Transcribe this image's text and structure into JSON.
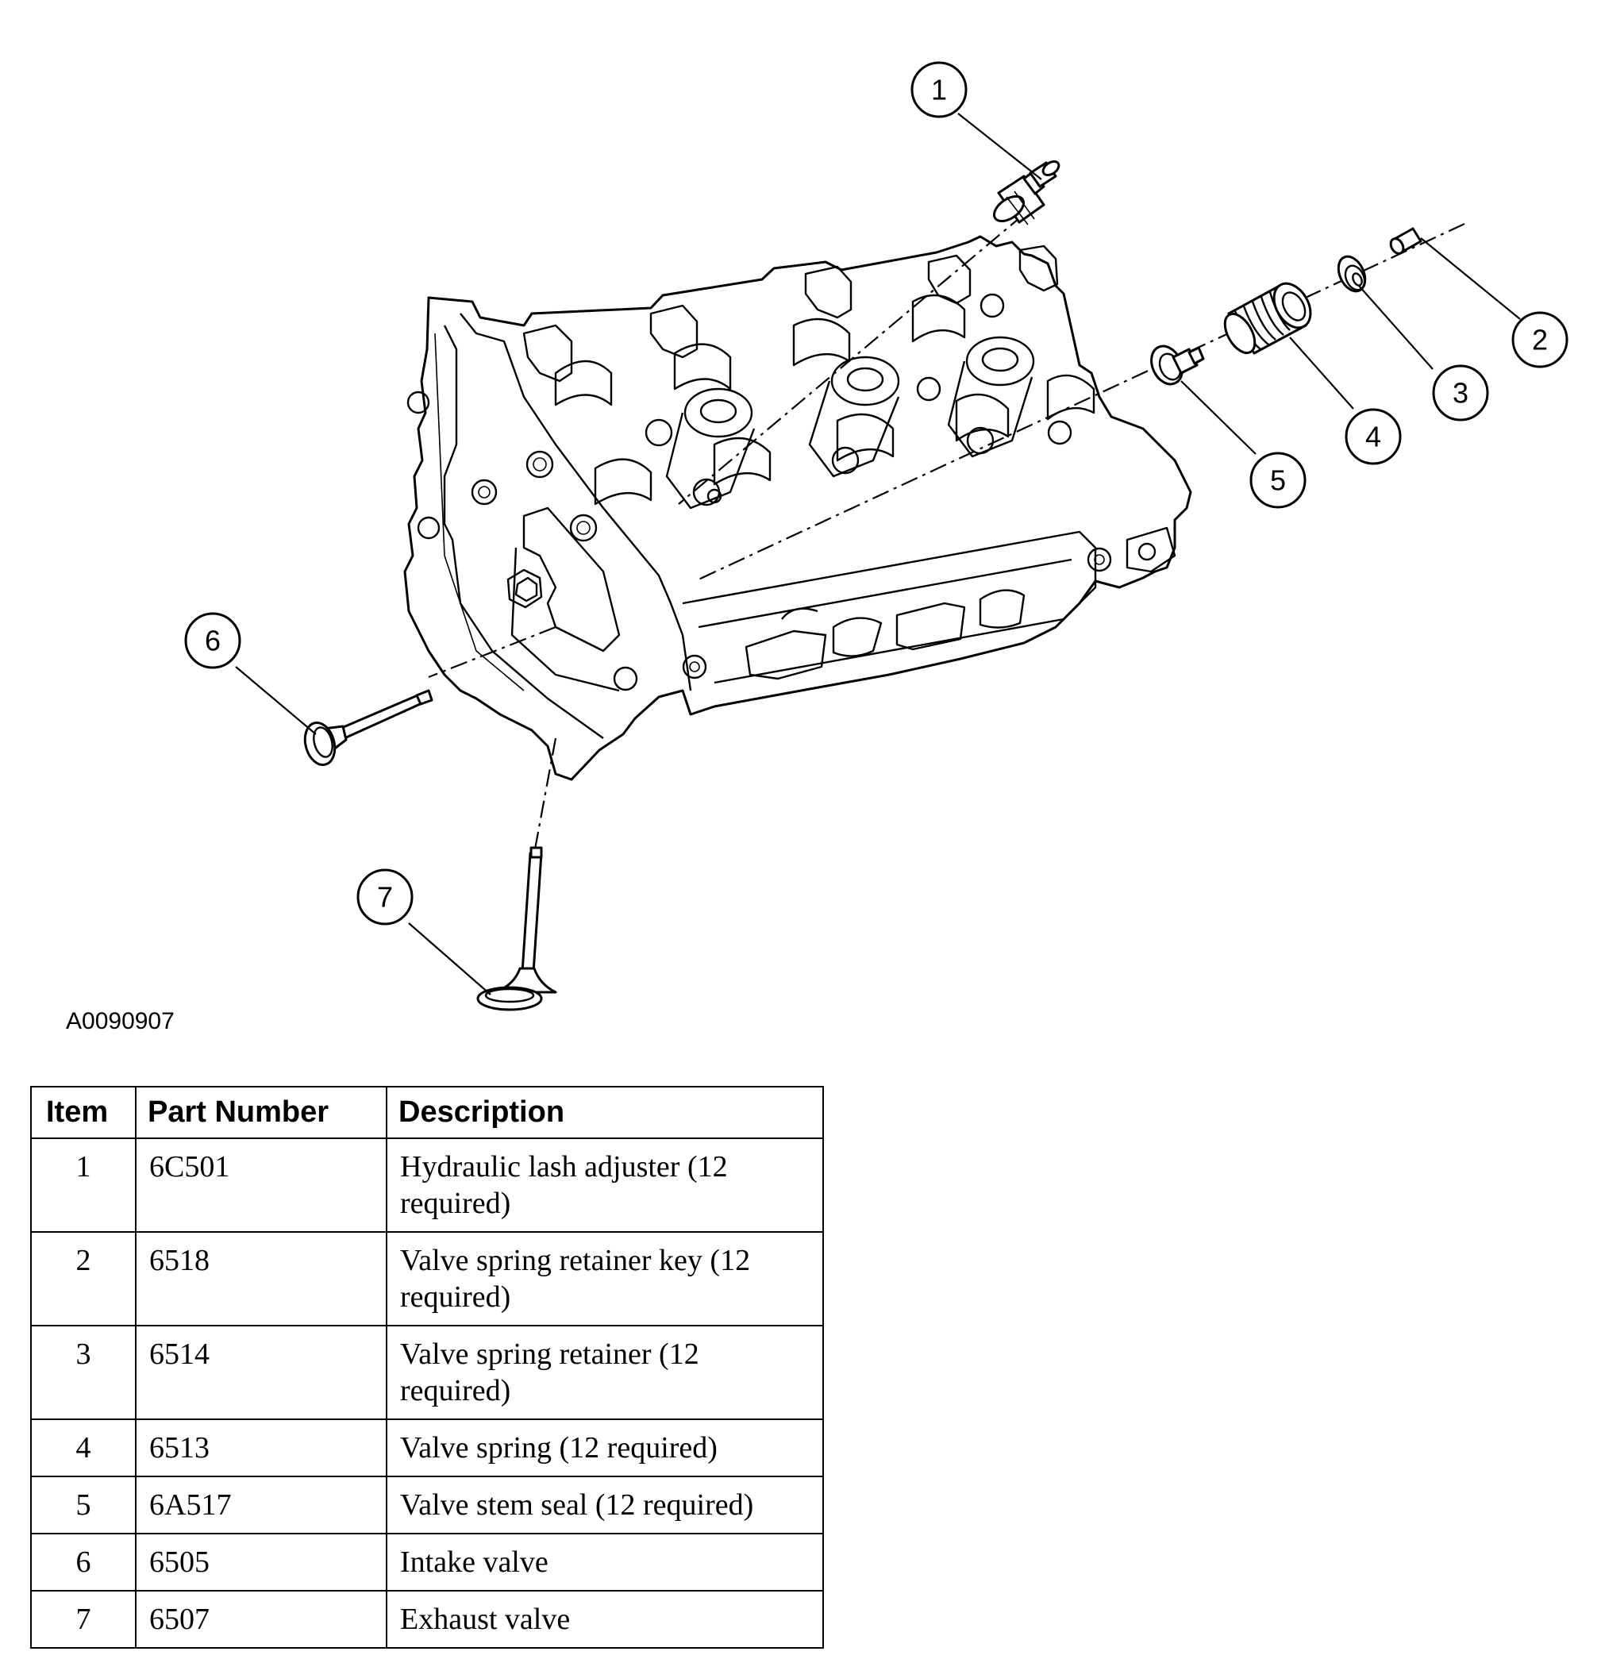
{
  "figure": {
    "id": "A0090907",
    "callouts": [
      "1",
      "2",
      "3",
      "4",
      "5",
      "6",
      "7"
    ]
  },
  "table": {
    "headers": {
      "item": "Item",
      "part_number": "Part Number",
      "description": "Description"
    },
    "rows": [
      {
        "item": "1",
        "part_number": "6C501",
        "description": "Hydraulic lash adjuster (12 required)"
      },
      {
        "item": "2",
        "part_number": "6518",
        "description": "Valve spring retainer key (12 required)"
      },
      {
        "item": "3",
        "part_number": "6514",
        "description": "Valve spring retainer (12 required)"
      },
      {
        "item": "4",
        "part_number": "6513",
        "description": "Valve spring (12 required)"
      },
      {
        "item": "5",
        "part_number": "6A517",
        "description": "Valve stem seal (12 required)"
      },
      {
        "item": "6",
        "part_number": "6505",
        "description": "Intake valve"
      },
      {
        "item": "7",
        "part_number": "6507",
        "description": "Exhaust valve"
      }
    ]
  }
}
